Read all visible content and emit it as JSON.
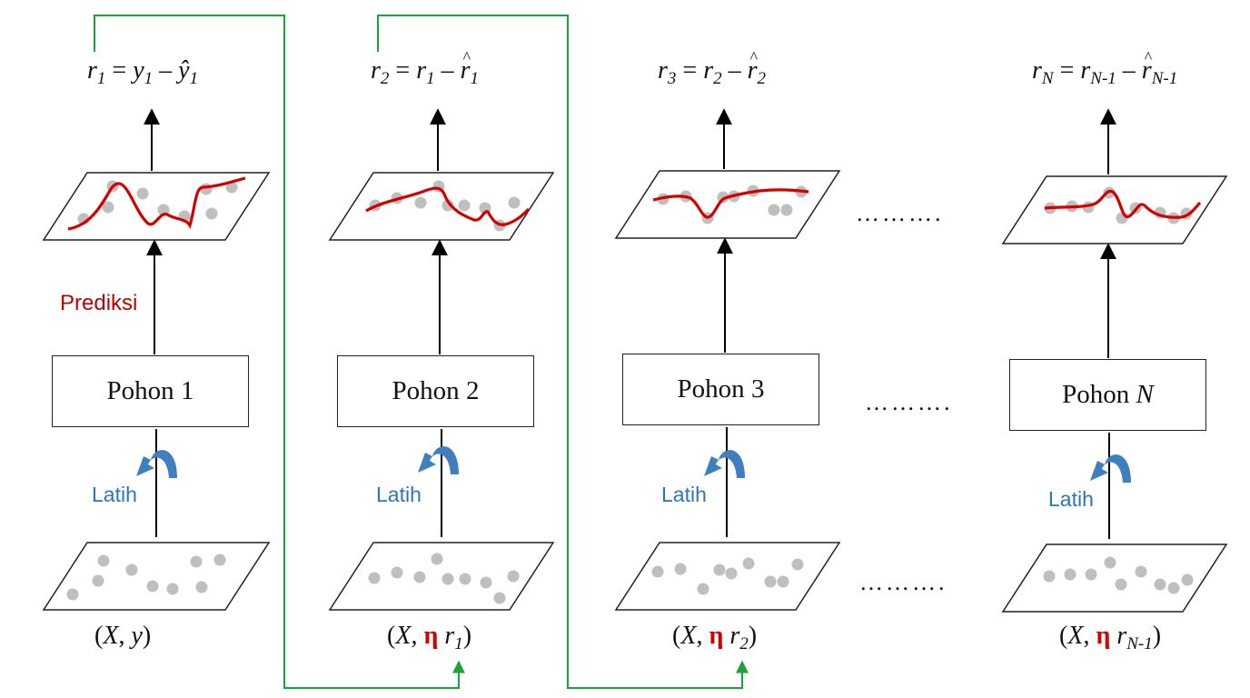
{
  "stages": [
    {
      "tree_label": "Pohon ",
      "tree_label_var": "1",
      "residual": {
        "lhs": "r",
        "lhs_sub": "1",
        "rhs_a": "y",
        "rhs_a_sub": "1",
        "rhs_b": "ŷ",
        "rhs_b_sub": "1"
      },
      "train_label": "Latih",
      "dataset": {
        "open": "(",
        "x": "X",
        "sep": ", ",
        "eta": "",
        "target": "y",
        "target_sub": "",
        "close": ")"
      }
    },
    {
      "tree_label": "Pohon ",
      "tree_label_var": "2",
      "residual": {
        "lhs": "r",
        "lhs_sub": "2",
        "rhs_a": "r",
        "rhs_a_sub": "1",
        "rhs_b": "r",
        "rhs_b_sub": "1"
      },
      "train_label": "Latih",
      "dataset": {
        "open": "(",
        "x": "X",
        "sep": ", ",
        "eta": "η",
        "target": "r",
        "target_sub": "1",
        "close": ")"
      }
    },
    {
      "tree_label": "Pohon ",
      "tree_label_var": "3",
      "residual": {
        "lhs": "r",
        "lhs_sub": "3",
        "rhs_a": "r",
        "rhs_a_sub": "2",
        "rhs_b": "r",
        "rhs_b_sub": "2"
      },
      "train_label": "Latih",
      "dataset": {
        "open": "(",
        "x": "X",
        "sep": ", ",
        "eta": "η",
        "target": "r",
        "target_sub": "2",
        "close": ")"
      }
    },
    {
      "tree_label": "Pohon ",
      "tree_label_var": "N",
      "residual": {
        "lhs": "r",
        "lhs_sub": "N",
        "rhs_a": "r",
        "rhs_a_sub": "N-1",
        "rhs_b": "r",
        "rhs_b_sub": "N-1"
      },
      "train_label": "Latih",
      "dataset": {
        "open": "(",
        "x": "X",
        "sep": ", ",
        "eta": "η",
        "target": "r",
        "target_sub": "N-1",
        "close": ")"
      }
    }
  ],
  "predict_label": "Prediksi",
  "ellipsis": "……….",
  "colors": {
    "prediction_curve": "#d40000",
    "data_point": "#bfbfbf",
    "feedback_arrow": "#1aa33a",
    "train_icon": "#3f7fc0",
    "train_text": "#2e75b6",
    "predict_text": "#c00000",
    "eta": "#d40000"
  }
}
